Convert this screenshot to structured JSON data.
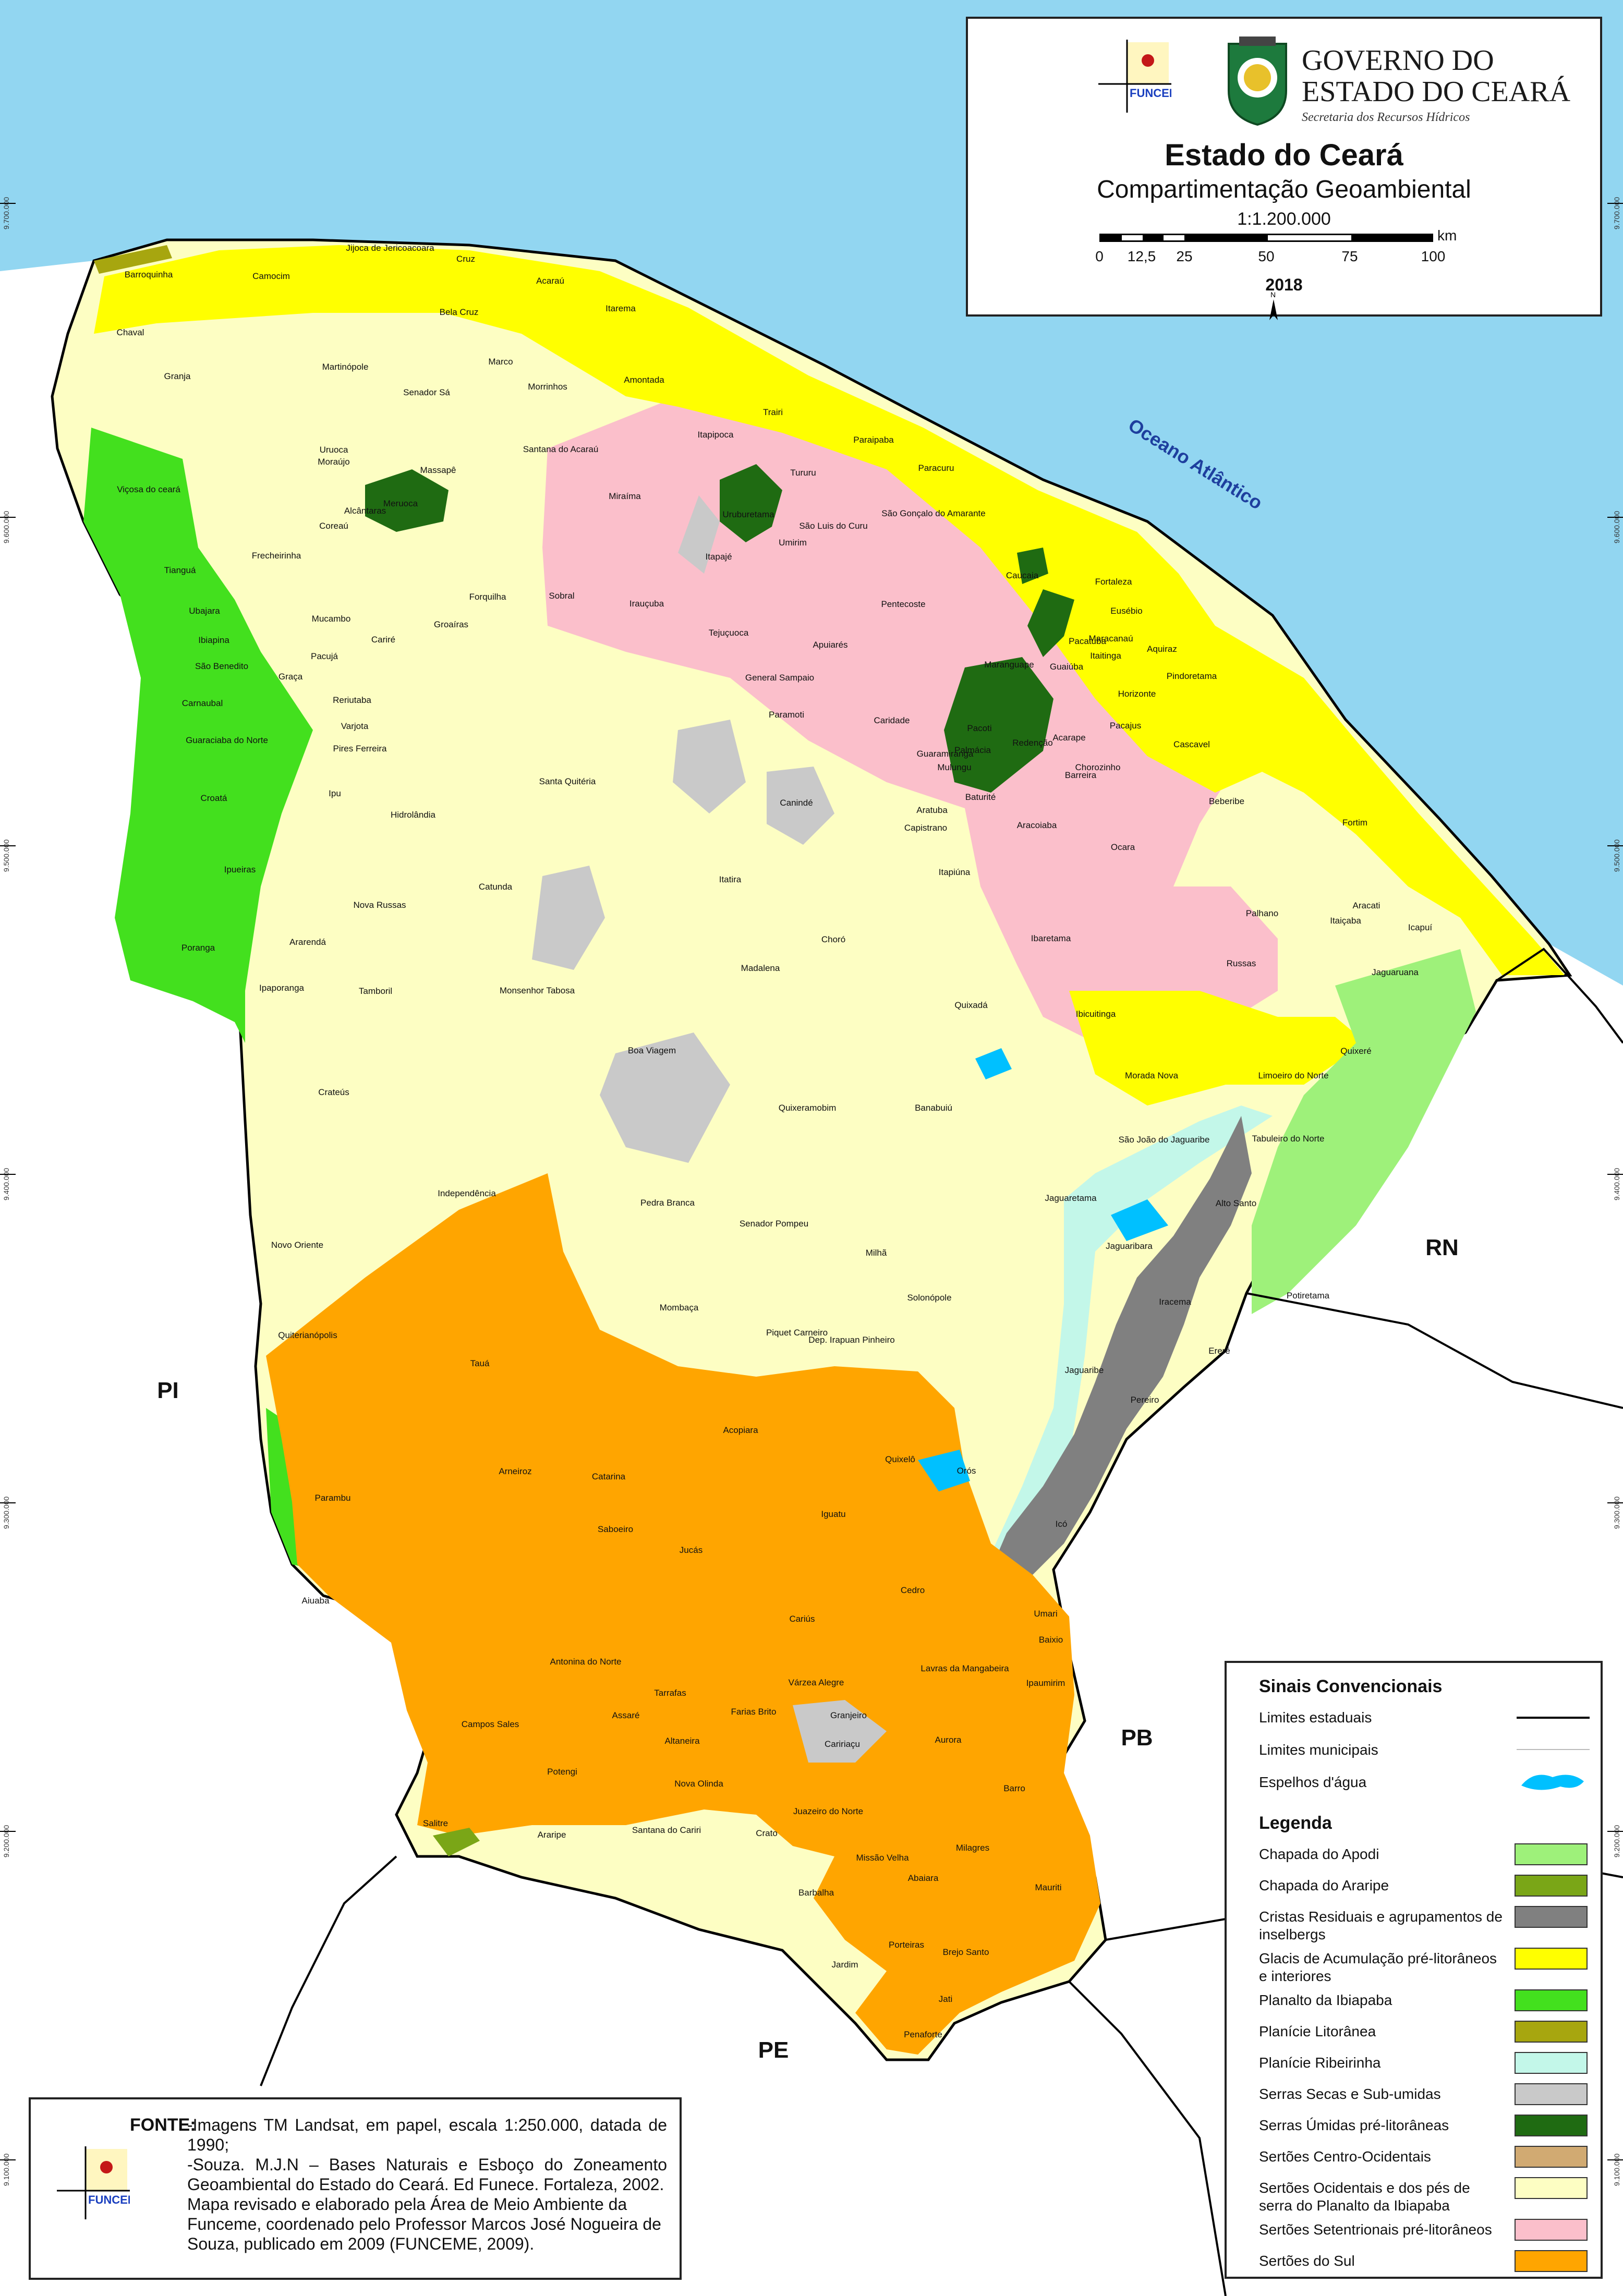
{
  "title": {
    "logo_text": "FUNCEME",
    "gov_line1": "GOVERNO DO",
    "gov_line2": "ESTADO DO CEARÁ",
    "gov_secretaria": "Secretaria dos Recursos Hídricos",
    "main": "Estado do Ceará",
    "subtitle": "Compartimentação Geoambiental",
    "scale": "1:1.200.000",
    "scale_unit": "km",
    "scale_ticks": [
      "0",
      "12,5",
      "25",
      "50",
      "75",
      "100"
    ],
    "year": "2018",
    "north": "N"
  },
  "map": {
    "ocean_label": "Oceano Atlântico",
    "states": [
      "PI",
      "RN",
      "PB",
      "PE"
    ],
    "coordinates": [
      "9.700.000",
      "9.600.000",
      "9.500.000",
      "9.400.000",
      "9.300.000",
      "9.200.000",
      "9.100.000"
    ],
    "municipalities": [
      "Barroquinha",
      "Camocim",
      "Jijoca de Jericoacoara",
      "Cruz",
      "Acaraú",
      "Itarema",
      "Bela Cruz",
      "Chaval",
      "Granja",
      "Martinópole",
      "Senador Sá",
      "Marco",
      "Morrinhos",
      "Amontada",
      "Trairi",
      "Paraipaba",
      "Paracuru",
      "Uruoca",
      "Moraújo",
      "Santana do Acaraú",
      "Massapê",
      "Itapipoca",
      "Tururu",
      "Viçosa do ceará",
      "Alcântaras",
      "Meruoca",
      "Miraíma",
      "Uruburetama",
      "São Luis do Curu",
      "São Gonçalo do Amarante",
      "Coreaú",
      "Frecheirinha",
      "Umirim",
      "Itapajé",
      "Tianguá",
      "Ubajara",
      "Forquilha",
      "Sobral",
      "Irauçuba",
      "Pentecoste",
      "Caucaia",
      "Fortaleza",
      "Eusébio",
      "Mucambo",
      "Groaíras",
      "Maracanaú",
      "Pacatuba",
      "Ibiapina",
      "Cariré",
      "Tejuçuoca",
      "Apuiarés",
      "Itaitinga",
      "Aquiraz",
      "São Benedito",
      "Pacujá",
      "Graça",
      "General Sampaio",
      "Maranguape",
      "Guaiúba",
      "Horizonte",
      "Pindoretama",
      "Carnaubal",
      "Reriutaba",
      "Paramoti",
      "Caridade",
      "Pacajus",
      "Varjota",
      "Pacoti",
      "Acarape",
      "Guaraciaba do Norte",
      "Pires Ferreira",
      "Palmácia",
      "Redenção",
      "Barreira",
      "Chorozinho",
      "Cascavel",
      "Guaramiranga",
      "Mulungu",
      "Ipu",
      "Santa Quitéria",
      "Croatá",
      "Baturité",
      "Hidrolândia",
      "Canindé",
      "Aratuba",
      "Beberibe",
      "Capistrano",
      "Aracoiaba",
      "Fortim",
      "Ocara",
      "Ipueiras",
      "Catunda",
      "Itatira",
      "Itapiúna",
      "Nova Russas",
      "Aracati",
      "Icapuí",
      "Palhano",
      "Itaiçaba",
      "Ararendá",
      "Choró",
      "Ibaretama",
      "Poranga",
      "Russas",
      "Madalena",
      "Jaguaruana",
      "Tamboril",
      "Monsenhor Tabosa",
      "Ipaporanga",
      "Quixadá",
      "Ibicuitinga",
      "Quixeré",
      "Boa Viagem",
      "Crateús",
      "Morada Nova",
      "Limoeiro do Norte",
      "Quixeramobim",
      "Banabuiú",
      "São João do Jaguaribe",
      "Tabuleiro do Norte",
      "Independência",
      "Pedra Branca",
      "Alto Santo",
      "Senador Pompeu",
      "Jaguaretama",
      "Novo Oriente",
      "Milhã",
      "Jaguaribara",
      "Mombaça",
      "Solonópole",
      "Iracema",
      "Potiretama",
      "Quiterianópolis",
      "Piquet Carneiro",
      "Dep. Irapuan Pinheiro",
      "Ererê",
      "Tauá",
      "Jaguaribe",
      "Pereiro",
      "Acopiara",
      "Arneiroz",
      "Catarina",
      "Quixelô",
      "Orós",
      "Parambu",
      "Iguatu",
      "Icó",
      "Jucás",
      "Saboeiro",
      "Cedro",
      "Aiuaba",
      "Umari",
      "Cariús",
      "Baixio",
      "Antonina do Norte",
      "Tarrafas",
      "Várzea Alegre",
      "Lavras da Mangabeira",
      "Ipaumirim",
      "Assaré",
      "Farias Brito",
      "Granjeiro",
      "Campos Sales",
      "Altaneira",
      "Caririaçu",
      "Aurora",
      "Potengi",
      "Nova Olinda",
      "Barro",
      "Salitre",
      "Araripe",
      "Santana do Cariri",
      "Crato",
      "Juazeiro do Norte",
      "Missão Velha",
      "Milagres",
      "Abaiara",
      "Barbalha",
      "Mauriti",
      "Porteiras",
      "Brejo Santo",
      "Jardim",
      "Jati",
      "Penaforte"
    ]
  },
  "legend": {
    "conv_title": "Sinais Convencionais",
    "conv_items": [
      "Limites estaduais",
      "Limites municipais",
      "Espelhos d'água"
    ],
    "title": "Legenda",
    "items": [
      {
        "label": "Chapada do Apodi",
        "color": "#9ef17a"
      },
      {
        "label": "Chapada do Araripe",
        "color": "#7aa617"
      },
      {
        "label": "Cristas Residuais e agrupamentos de inselbergs",
        "color": "#808080"
      },
      {
        "label": "Glacis de Acumulação pré-litorâneos e interiores",
        "color": "#ffff00"
      },
      {
        "label": "Planalto da Ibiapaba",
        "color": "#43e01e"
      },
      {
        "label": "Planície Litorânea",
        "color": "#a7a60f"
      },
      {
        "label": "Planície Ribeirinha",
        "color": "#c3f7e9"
      },
      {
        "label": "Serras Secas e Sub-umidas",
        "color": "#c9c9c9"
      },
      {
        "label": "Serras Úmidas pré-litorâneas",
        "color": "#1f6b12"
      },
      {
        "label": "Sertões Centro-Ocidentais",
        "color": "#d1aa72"
      },
      {
        "label": "Sertões Ocidentais e dos pés de serra do Planalto da Ibiapaba",
        "color": "#fdfec3"
      },
      {
        "label": "Sertões Setentrionais pré-litorâneos",
        "color": "#fbbfcb"
      },
      {
        "label": "Sertões do Sul",
        "color": "#ffa500"
      }
    ]
  },
  "source": {
    "label": "FONTE:",
    "items": [
      "-Imagens TM Landsat, em papel, escala 1:250.000, datada de 1990;",
      "-Souza. M.J.N – Bases Naturais e Esboço do Zoneamento Geoambiental do Estado do Ceará. Ed Funece. Fortaleza, 2002."
    ],
    "note": "Mapa revisado e elaborado pela Área de Meio Ambiente da Funceme, coordenado pelo Professor Marcos José Nogueira de Souza, publicado em 2009 (FUNCEME, 2009).",
    "logo_text": "FUNCEME"
  },
  "colors": {
    "ocean": "#92d6f1",
    "land_outside": "#ffffff",
    "state_border": "#000000"
  }
}
